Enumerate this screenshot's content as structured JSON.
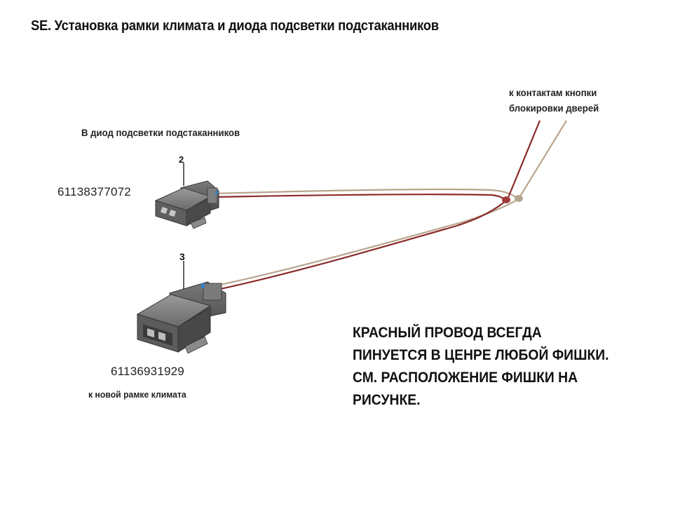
{
  "title": "SE. Установка рамки климата и диода подсветки подстаканников",
  "labels": {
    "door_lock_line1": "к контактам кнопки",
    "door_lock_line2": "блокировки дверей",
    "cupholder_diode": "В диод подсветки подстаканников",
    "climate_frame": "к новой рамке климата"
  },
  "parts": {
    "part2_number": "61138377072",
    "part3_number": "61136931929",
    "part2_callout": "2",
    "part3_callout": "3"
  },
  "note": {
    "line1": "КРАСНЫЙ ПРОВОД ВСЕГДА",
    "line2": "ПИНУЕТСЯ В ЦЕНРЕ ЛЮБОЙ ФИШКИ.",
    "line3": "СМ. РАСПОЛОЖЕНИЕ ФИШКИ НА",
    "line4": "РИСУНКЕ."
  },
  "colors": {
    "red_wire": "#8b2a2a",
    "tan_wire": "#b9a58e",
    "connector": "#6e6e6e"
  }
}
